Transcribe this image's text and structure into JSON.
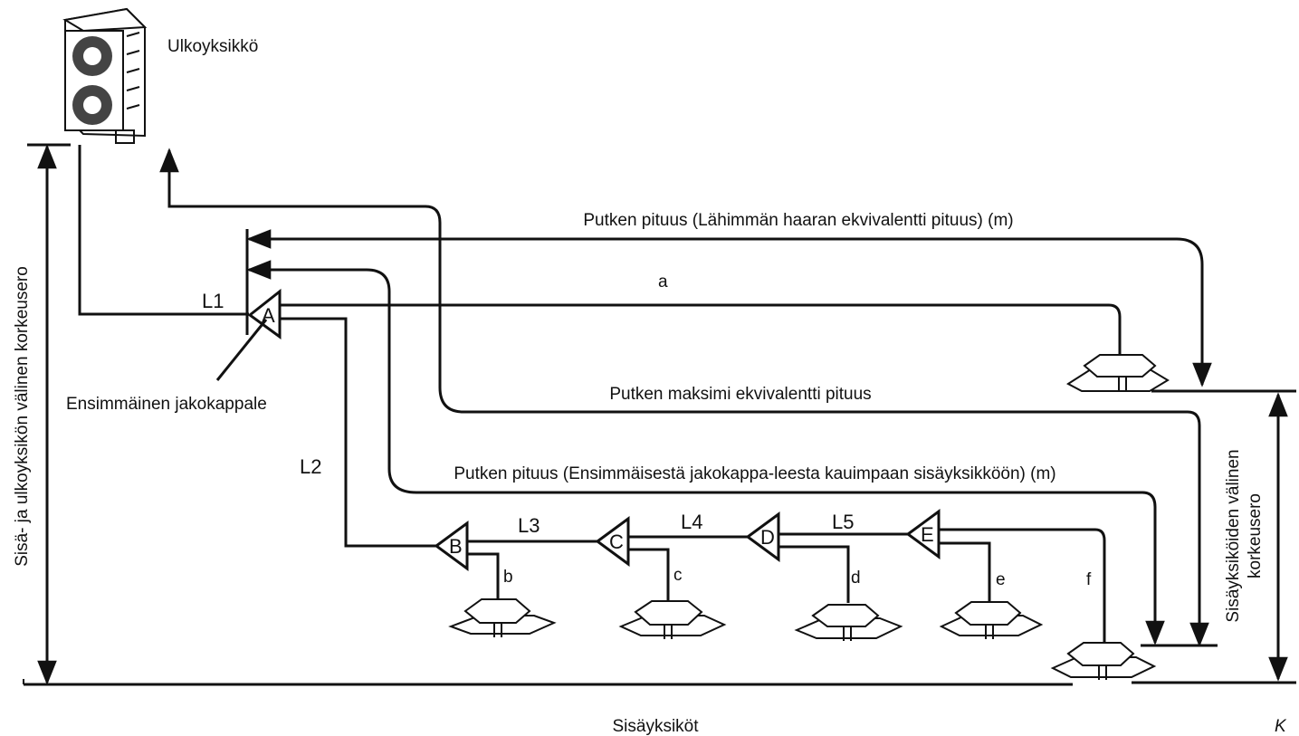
{
  "labels": {
    "outdoor_unit": "Ulkoyksikkö",
    "first_branch": "Ensimmäinen jakokappale",
    "pipe_nearest_branch": "Putken pituus (Lähimmän haaran ekvivalentti pituus) (m)",
    "pipe_max_equivalent": "Putken maksimi ekvivalentti pituus",
    "pipe_first_to_farthest": "Putken pituus (Ensimmäisestä jakokappa-leesta kauimpaan sisäyksikköön) (m)",
    "height_outdoor_indoor": "Sisä- ja ulkoyksikön välinen korkeusero",
    "height_indoor_line1": "Sisäyksiköiden välinen",
    "height_indoor_line2": "korkeusero",
    "indoor_units": "Sisäyksiköt",
    "corner_mark": "K"
  },
  "segments": {
    "l1": "L1",
    "l2": "L2",
    "l3": "L3",
    "l4": "L4",
    "l5": "L5"
  },
  "branches": {
    "a": "A",
    "b": "B",
    "c": "C",
    "d": "D",
    "e": "E"
  },
  "units": {
    "a": "a",
    "b": "b",
    "c": "c",
    "d": "d",
    "e": "e",
    "f": "f"
  },
  "colors": {
    "line": "#111111",
    "background": "#ffffff"
  }
}
